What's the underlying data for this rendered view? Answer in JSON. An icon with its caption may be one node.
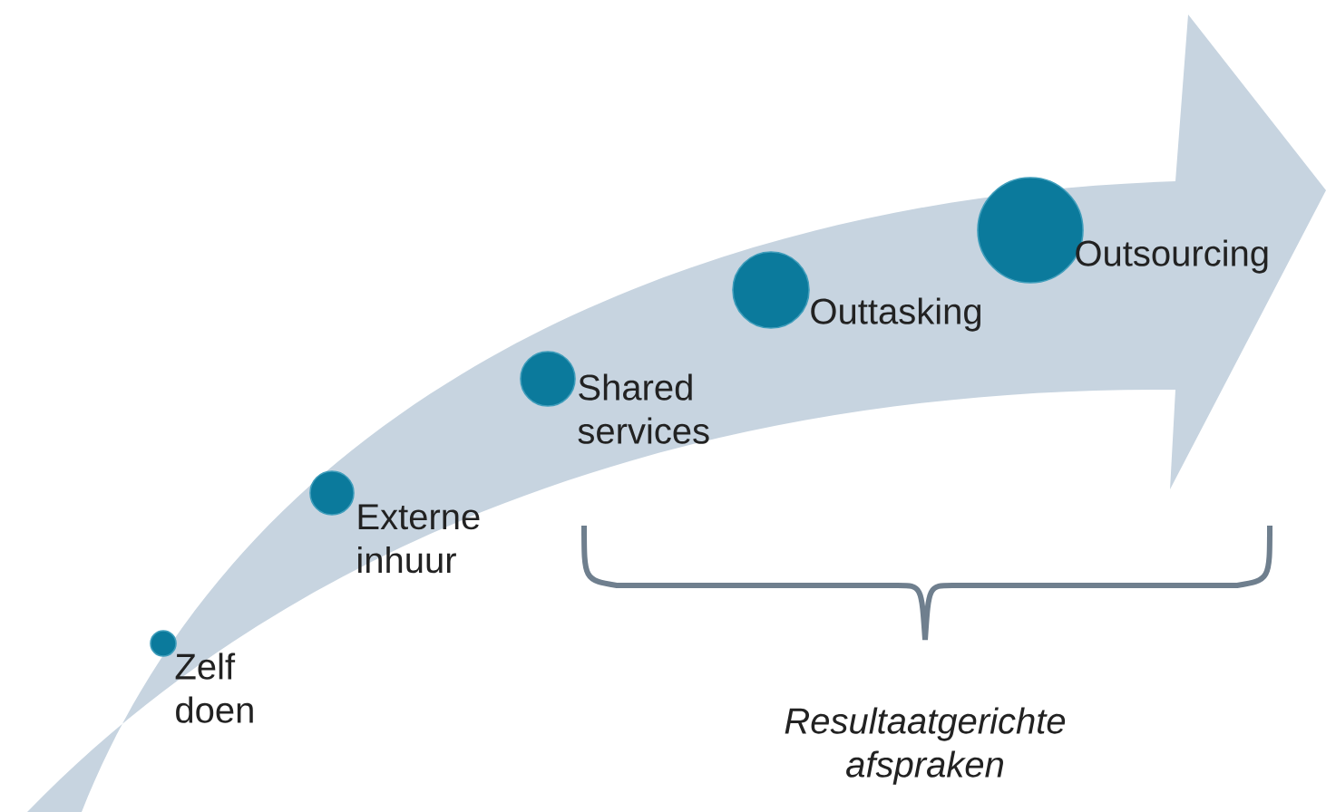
{
  "diagram": {
    "nodes": [
      {
        "text": [],
        "shape": "circle",
        "beside": [
          "Zelf doen"
        ]
      },
      {
        "text": [],
        "shape": "circle",
        "beside": [
          "Externe inhuur"
        ]
      },
      {
        "text": [],
        "shape": "circle",
        "beside": [
          "Shared services"
        ]
      },
      {
        "text": [],
        "shape": "circle",
        "beside": [
          "Outtasking"
        ]
      },
      {
        "text": [],
        "shape": "circle",
        "beside": [
          "Outsourcing"
        ]
      }
    ],
    "labels": [
      "Resultaatgerichte afspraken"
    ]
  }
}
